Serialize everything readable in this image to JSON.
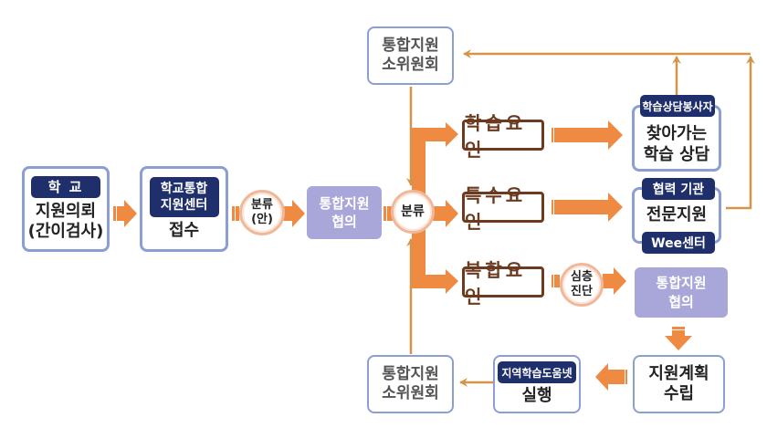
{
  "colors": {
    "box_border": "#8c9fd3",
    "tag_bg": "#1f2f6b",
    "lavender": "#a9a7d9",
    "factor_border": "#6b3a1f",
    "arrow_orange": "#ef8a43",
    "line_tan": "#d4954a"
  },
  "school": {
    "tag": "학 교",
    "line1": "지원의뢰",
    "line2": "(간이검사)"
  },
  "center": {
    "tag_line1": "학교통합",
    "tag_line2": "지원센터",
    "label": "접수"
  },
  "classify_draft": {
    "line1": "분류",
    "line2": "(안)"
  },
  "consult1": {
    "line1": "통합지원",
    "line2": "협의"
  },
  "classify": {
    "label": "분류"
  },
  "committee_top": {
    "line1": "통합지원",
    "line2": "소위원회"
  },
  "committee_bottom": {
    "line1": "통합지원",
    "line2": "소위원회"
  },
  "factors": {
    "learning": "학습요인",
    "special": "특수요인",
    "complex": "복합요인"
  },
  "deep_diagnosis": {
    "line1": "심층",
    "line2": "진단"
  },
  "visiting": {
    "tag": "학습상담봉사자",
    "line1": "찾아가는",
    "line2": "학습 상담"
  },
  "expert": {
    "tag_top": "협력 기관",
    "label": "전문지원",
    "tag_bottom": "Wee센터"
  },
  "consult2": {
    "line1": "통합지원",
    "line2": "협의"
  },
  "plan": {
    "line1": "지원계획",
    "line2": "수립"
  },
  "execute": {
    "tag": "지역학습도움넷",
    "label": "실행"
  }
}
